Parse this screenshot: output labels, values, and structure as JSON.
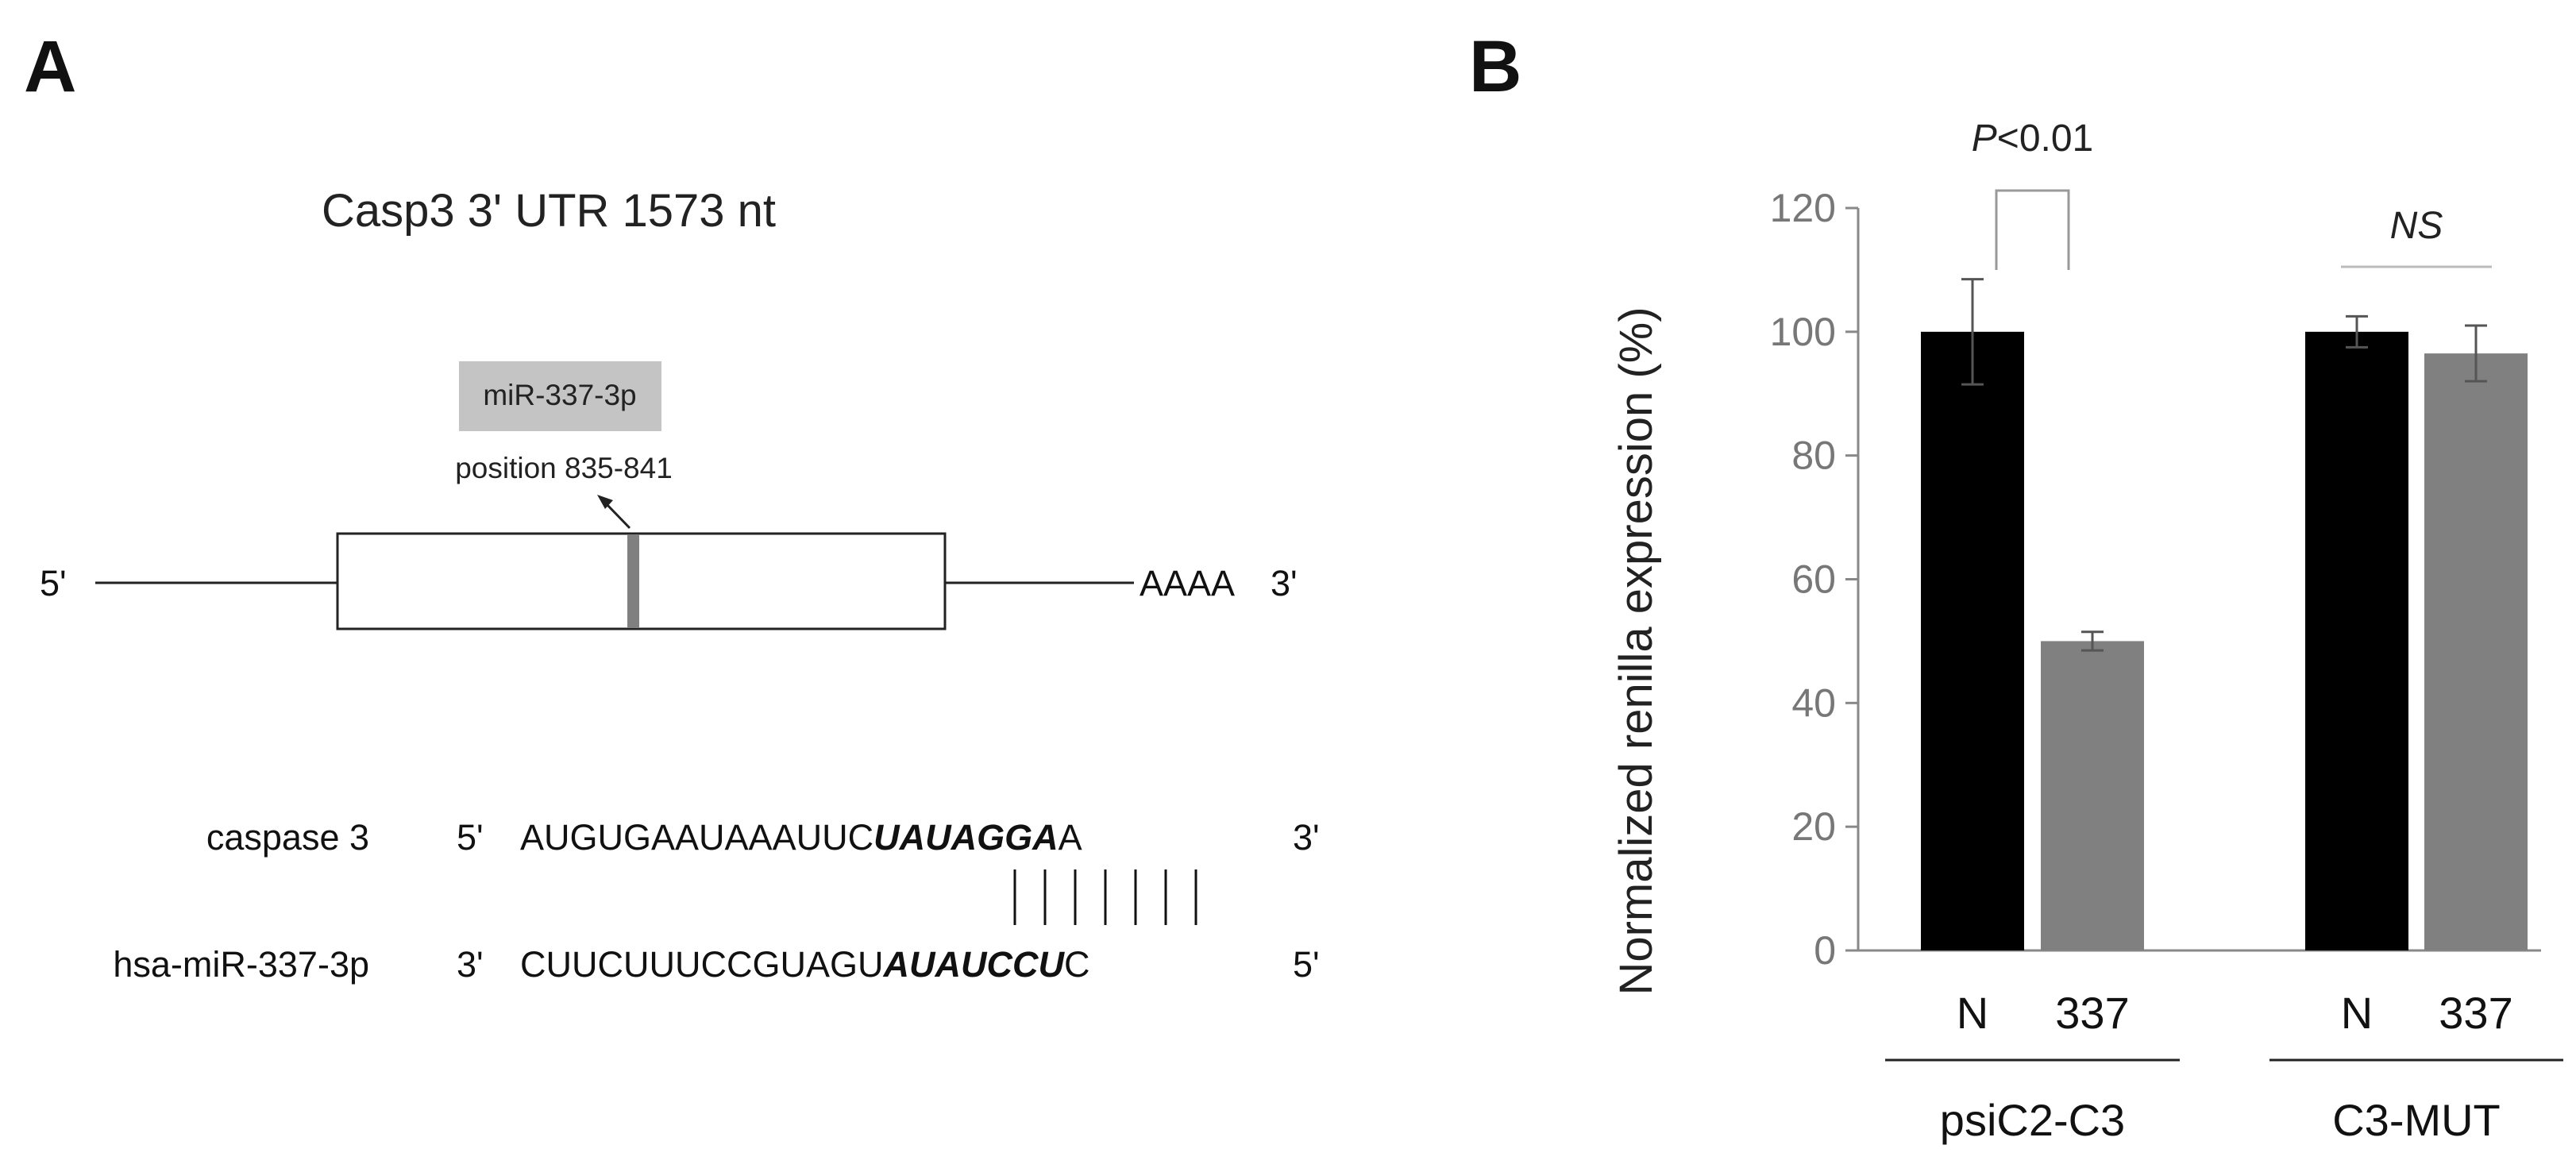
{
  "panel_a": {
    "letter": "A",
    "title": "Casp3  3' UTR  1573 nt",
    "site_label": "miR-337-3p",
    "position_label": "position 835-841",
    "five_prime": "5'",
    "poly_a": "AAAA",
    "three_prime": "3'",
    "alignment": {
      "top_name": "caspase 3",
      "top_left_end": "5'",
      "top_plain": "AUGUGAAUAAAUUC",
      "top_seed": "UAUAGGA",
      "top_tail": "A",
      "top_right_end": "3'",
      "bottom_name": "hsa-miR-337-3p",
      "bottom_left_end": "3'",
      "bottom_plain": "CUUCUUUCCGUAGU",
      "bottom_seed": "AUAUCCU",
      "bottom_tail": "C",
      "bottom_right_end": "5'"
    }
  },
  "chart_data": {
    "type": "bar",
    "panel_letter": "B",
    "ylabel": "Normalized renilla expression (%)",
    "ylim": [
      0,
      120
    ],
    "yticks": [
      0,
      20,
      40,
      60,
      80,
      100,
      120
    ],
    "categories": [
      "N",
      "337",
      "N",
      "337"
    ],
    "groups": [
      {
        "name": "psiC2-C3",
        "members": [
          0,
          1
        ]
      },
      {
        "name": "C3-MUT",
        "members": [
          2,
          3
        ]
      }
    ],
    "values": [
      100,
      50,
      100,
      96.5
    ],
    "errors": [
      8.5,
      1.5,
      2.5,
      4.5
    ],
    "bar_colors": [
      "#000000",
      "#808080",
      "#000000",
      "#808080"
    ],
    "annotations": [
      {
        "text_prefix": "P",
        "text_suffix": "<0.01",
        "between": [
          0,
          1
        ],
        "bracket": true
      },
      {
        "text": "NS",
        "between": [
          2,
          3
        ],
        "bracket": false
      }
    ],
    "grid": false
  }
}
